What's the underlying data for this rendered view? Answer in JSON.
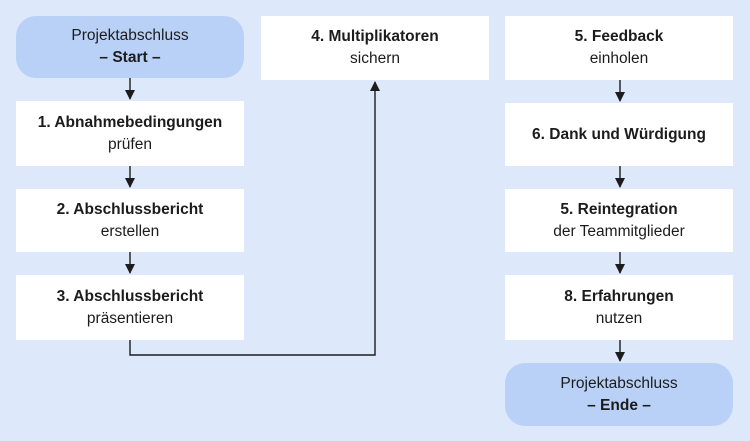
{
  "colors": {
    "background": "#dde9fb",
    "box": "#ffffff",
    "terminal": "#b9d1f7",
    "line": "#1c1c1c"
  },
  "nodes": {
    "start": {
      "line1": "Projektabschluss",
      "line2": "– Start –"
    },
    "step1": {
      "line1": "1. Abnahmebedingungen",
      "line2": "prüfen"
    },
    "step2": {
      "line1": "2. Abschlussbericht",
      "line2": "erstellen"
    },
    "step3": {
      "line1": "3. Abschlussbericht",
      "line2": "präsentieren"
    },
    "step4": {
      "line1": "4. Multiplikatoren",
      "line2": "sichern"
    },
    "step5a": {
      "line1": "5. Feedback",
      "line2": "einholen"
    },
    "step6": {
      "line1": "6. Dank und Würdigung"
    },
    "step5b": {
      "line1": "5. Reintegration",
      "line2": "der Teammitglieder"
    },
    "step8": {
      "line1": "8. Erfahrungen",
      "line2": "nutzen"
    },
    "end": {
      "line1": "Projektabschluss",
      "line2": "– Ende –"
    }
  }
}
